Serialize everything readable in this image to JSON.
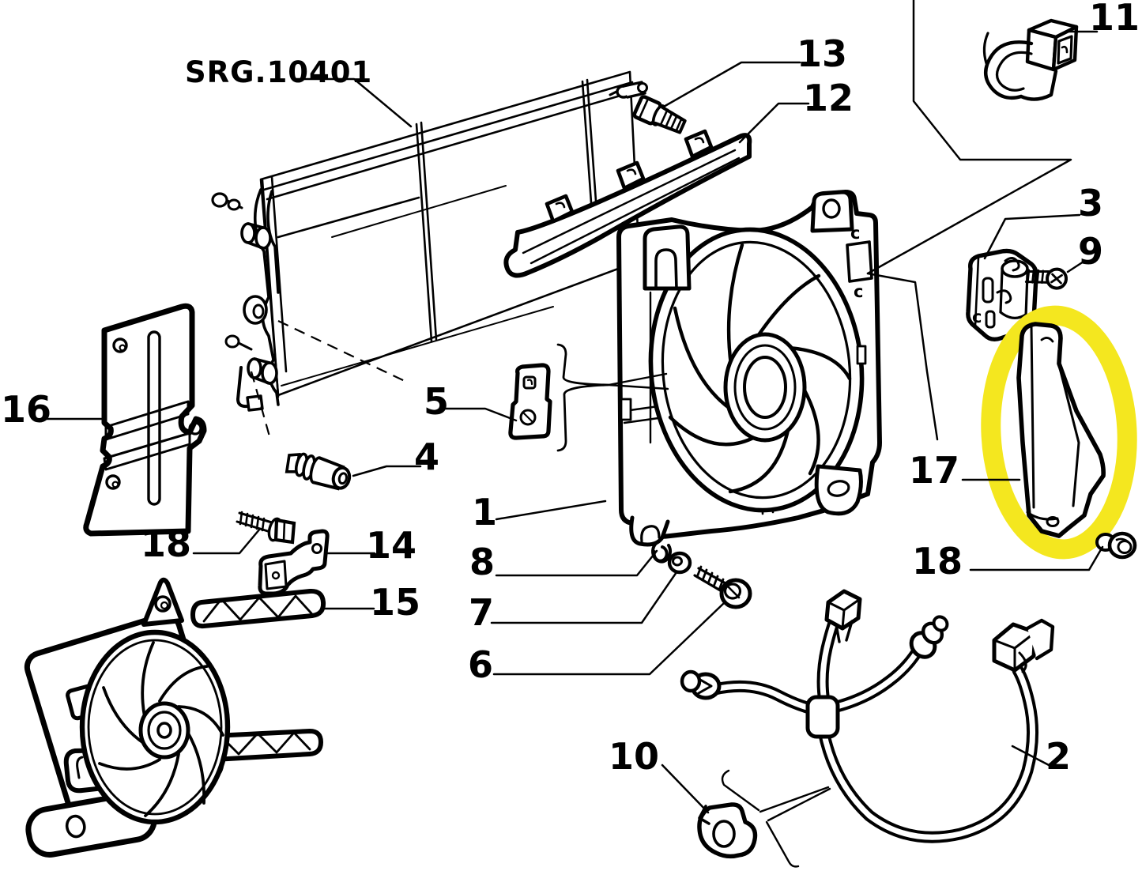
{
  "diagram": {
    "drawing_code": "SRG.10401",
    "background_color": "#ffffff",
    "line_color": "#000000",
    "highlight_color": "#F4E71F",
    "callouts": [
      {
        "part": "radiator-code",
        "label": "SRG.10401"
      },
      {
        "part": "bolt",
        "label": "13"
      },
      {
        "part": "upper-trim-bracket",
        "label": "12"
      },
      {
        "part": "hose-clamp",
        "label": "11"
      },
      {
        "part": "rubber-mount-block",
        "label": "3"
      },
      {
        "part": "screw",
        "label": "9"
      },
      {
        "part": "side-cover",
        "label": "17"
      },
      {
        "part": "fastener-right",
        "label": "18"
      },
      {
        "part": "side-panel",
        "label": "16"
      },
      {
        "part": "clip-bracket",
        "label": "5"
      },
      {
        "part": "drain-plug",
        "label": "4"
      },
      {
        "part": "fan-shroud",
        "label": "1"
      },
      {
        "part": "screw-left",
        "label": "18"
      },
      {
        "part": "support-bracket",
        "label": "14"
      },
      {
        "part": "fan-motor-assembly",
        "label": "15"
      },
      {
        "part": "push-nut",
        "label": "8"
      },
      {
        "part": "washer",
        "label": "7"
      },
      {
        "part": "flange-bolt",
        "label": "6"
      },
      {
        "part": "cable-clip",
        "label": "10"
      },
      {
        "part": "wiring-harness",
        "label": "2"
      }
    ],
    "part_marks": {
      "shroud_mark_upper": "c",
      "shroud_mark_lower": "c",
      "mount_block_mark": "c"
    }
  }
}
